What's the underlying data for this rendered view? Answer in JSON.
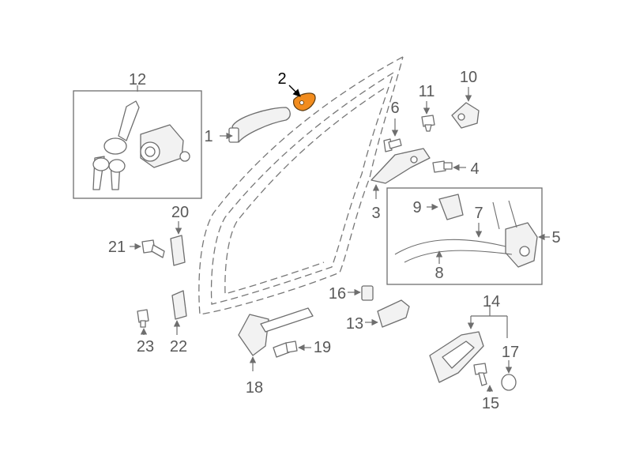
{
  "colors": {
    "highlight": "#f28c1e",
    "line": "#6e6e6e",
    "callout_text": "#595959",
    "active_text": "#000000"
  },
  "highlighted_part": "2",
  "callouts": {
    "p1": "1",
    "p2": "2",
    "p3": "3",
    "p4": "4",
    "p5": "5",
    "p6": "6",
    "p7": "7",
    "p8": "8",
    "p9": "9",
    "p10": "10",
    "p11": "11",
    "p12": "12",
    "p13": "13",
    "p14": "14",
    "p15": "15",
    "p16": "16",
    "p17": "17",
    "p18": "18",
    "p19": "19",
    "p20": "20",
    "p21": "21",
    "p22": "22",
    "p23": "23"
  }
}
